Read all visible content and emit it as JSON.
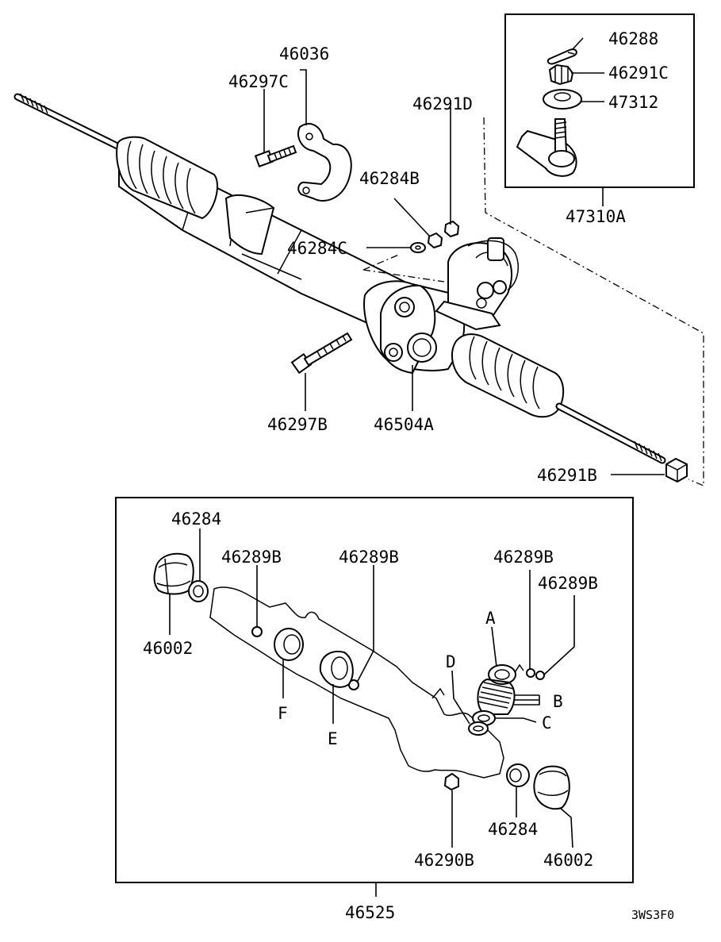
{
  "labels": {
    "p46036": "46036",
    "p46297C": "46297C",
    "p46288": "46288",
    "p46291C": "46291C",
    "p47312": "47312",
    "p46291D": "46291D",
    "p46284B": "46284B",
    "p47310A": "47310A",
    "p46284C": "46284C",
    "p46297B": "46297B",
    "p46504A": "46504A",
    "p46291B": "46291B",
    "p46284_top": "46284",
    "p46289B_1": "46289B",
    "p46289B_2": "46289B",
    "p46289B_3": "46289B",
    "p46289B_4": "46289B",
    "p46002_left": "46002",
    "p46002_right": "46002",
    "p46284_bottom": "46284",
    "p46290B": "46290B",
    "p46525": "46525",
    "callout_A": "A",
    "callout_B": "B",
    "callout_C": "C",
    "callout_D": "D",
    "callout_E": "E",
    "callout_F": "F"
  },
  "reference_code": "3WS3F0"
}
